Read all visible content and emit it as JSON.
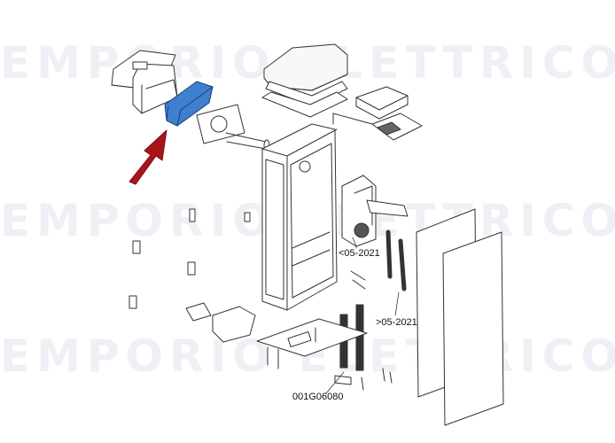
{
  "watermark": {
    "text": "EMPORIO ELETTRICO"
  },
  "callouts": {
    "before_date": "<05-2021",
    "after_date": ">05-2021",
    "part_code": "001G06080"
  },
  "colors": {
    "highlight_part": "#3f7fd0",
    "arrow": "#a8141a",
    "line_art": "#333333"
  },
  "icons": {
    "arrow": "pointer-arrow-icon",
    "highlight": "highlighted-bracket-part"
  }
}
